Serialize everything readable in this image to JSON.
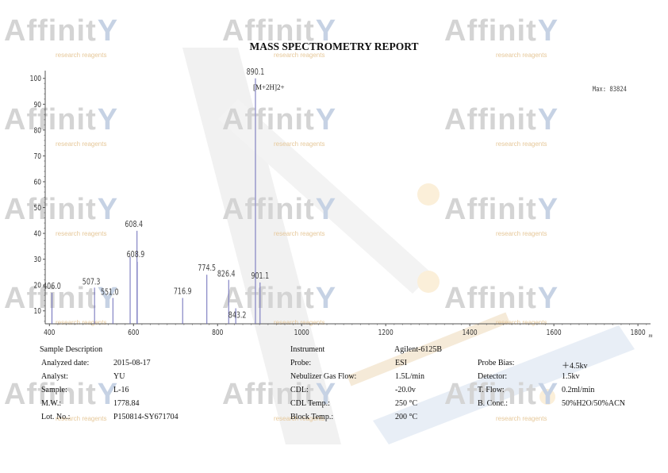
{
  "watermark": {
    "brand": "Affinit",
    "brand_icon": "y-molecule-icon",
    "tagline": "research reagents"
  },
  "report": {
    "title": "MASS SPECTROMETRY REPORT"
  },
  "chart_data": {
    "type": "bar",
    "subtype": "mass-spectrum-stick",
    "xlim": [
      390,
      1830
    ],
    "ylim": [
      5,
      103
    ],
    "x_ticks": [
      400,
      600,
      800,
      1000,
      1200,
      1400,
      1600,
      1800
    ],
    "y_ticks": [
      10,
      20,
      30,
      40,
      50,
      60,
      70,
      80,
      90,
      100
    ],
    "x_unit_label": "m",
    "max_label": "Max: 83824",
    "grid": false,
    "legend": "none",
    "peaks": [
      {
        "x": 406.0,
        "y": 17,
        "label": "406.0"
      },
      {
        "x": 507.3,
        "y": 19,
        "label": "507.3"
      },
      {
        "x": 551.0,
        "y": 15,
        "label": "551.0"
      },
      {
        "x": 592.0,
        "y": 31,
        "label": ""
      },
      {
        "x": 608.4,
        "y": 41,
        "label": "608.4"
      },
      {
        "x": 608.9,
        "y": 29,
        "label": "608.9"
      },
      {
        "x": 716.9,
        "y": 15,
        "label": "716.9"
      },
      {
        "x": 774.5,
        "y": 24,
        "label": "774.5"
      },
      {
        "x": 826.4,
        "y": 22,
        "label": "826.4"
      },
      {
        "x": 843.2,
        "y": 11,
        "label": "843.2"
      },
      {
        "x": 890.1,
        "y": 100,
        "label": "890.1",
        "annotation": "[M+2H]2+"
      },
      {
        "x": 901.1,
        "y": 21,
        "label": "901.1"
      }
    ]
  },
  "sample_info": {
    "heading": "Sample Description",
    "rows": [
      {
        "label": "Analyzed date:",
        "value": "2015-08-17"
      },
      {
        "label": "Analyst:",
        "value": "YU"
      },
      {
        "label": "Sample:",
        "value": "L-16"
      },
      {
        "label": "M.W.:",
        "value": "1778.84"
      },
      {
        "label": "Lot. No.:",
        "value": "P150814-SY671704"
      }
    ]
  },
  "instrument_info": {
    "heading": "Instrument",
    "heading_value": "Agilent-6125B",
    "rows": [
      {
        "label": "Probe:",
        "value": "ESI"
      },
      {
        "label": "Nebulizer Gas Flow:",
        "value": "1.5L/min"
      },
      {
        "label": "CDL:",
        "value": "-20.0v"
      },
      {
        "label": "CDL Temp.:",
        "value": "250 °C"
      },
      {
        "label": "Block Temp.:",
        "value": "200 °C"
      }
    ]
  },
  "probe_info": {
    "rows": [
      {
        "label": "Probe Bias:",
        "value": "＋4.5kv"
      },
      {
        "label": "Detector:",
        "value": "1.5kv"
      },
      {
        "label": "T. Flow:",
        "value": "0.2ml/min"
      },
      {
        "label": "B. Conc.:",
        "value": "50%H2O/50%ACN"
      }
    ]
  }
}
